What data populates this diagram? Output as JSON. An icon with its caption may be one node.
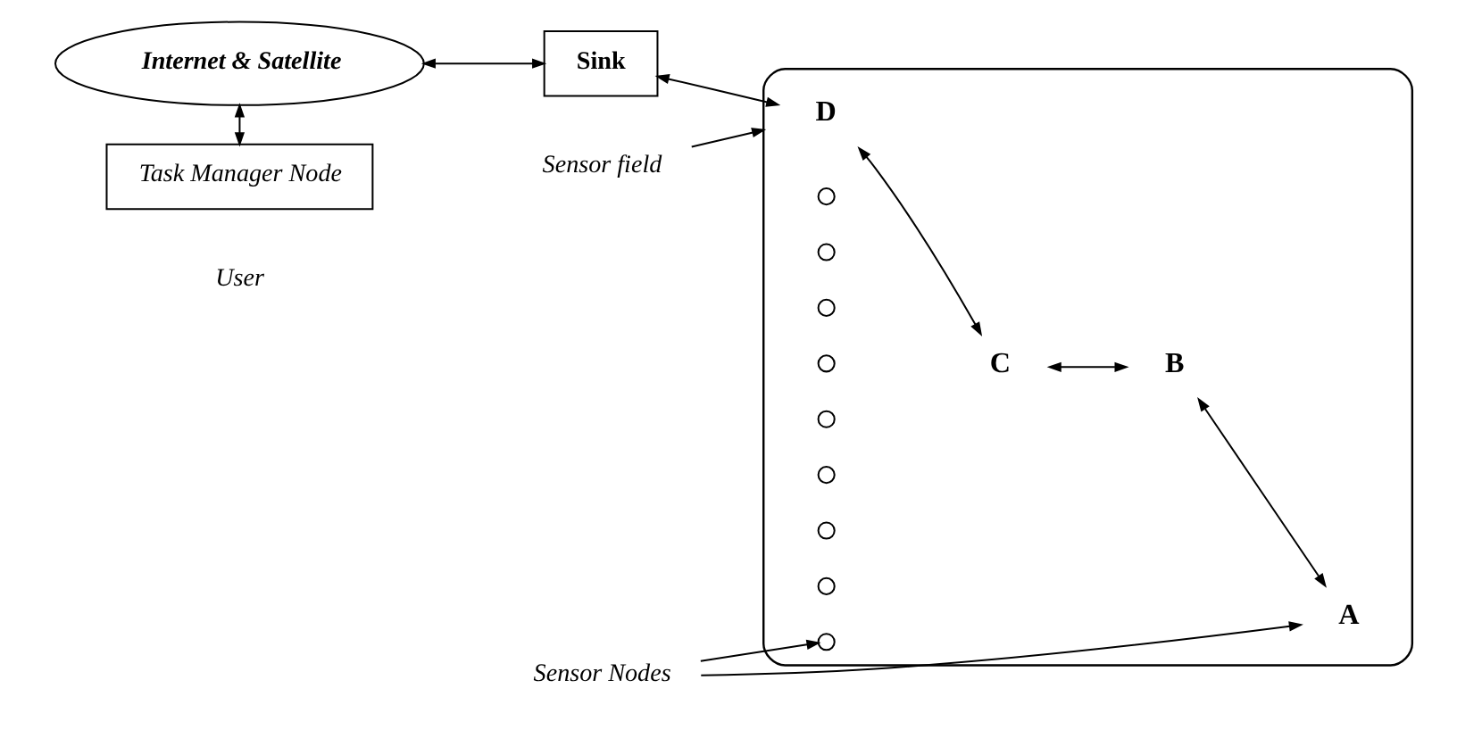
{
  "diagram": {
    "nodes": [
      {
        "text": [
          "Internet & Satellite"
        ]
      },
      {
        "text": [
          "Task Manager Node"
        ]
      },
      {
        "text": [
          "Sink"
        ]
      },
      {
        "text": [],
        "shape": "cloud"
      },
      {
        "text": [
          "D"
        ],
        "in": 3
      },
      {
        "text": [
          "C"
        ],
        "in": 3
      },
      {
        "text": [
          "B"
        ],
        "in": 3
      },
      {
        "text": [
          "A"
        ],
        "in": 3
      },
      {
        "text": [],
        "shape": "circle",
        "in": 3
      },
      {
        "text": [],
        "shape": "circle",
        "in": 3
      },
      {
        "text": [],
        "shape": "circle",
        "in": 3
      },
      {
        "text": [],
        "shape": "circle",
        "in": 3
      },
      {
        "text": [],
        "shape": "circle",
        "in": 3
      },
      {
        "text": [],
        "shape": "circle",
        "in": 3
      },
      {
        "text": [],
        "shape": "circle",
        "in": 3
      },
      {
        "text": [],
        "shape": "circle",
        "in": 3
      },
      {
        "text": [],
        "shape": "circle",
        "in": 3
      },
      {
        "text": [
          "Sensor field"
        ]
      },
      {
        "text": [
          "Sensor Nodes"
        ]
      }
    ],
    "edges": [
      {
        "from": 0,
        "to": 2,
        "arrow": "both"
      },
      {
        "from": 0,
        "to": 1,
        "arrow": "both"
      },
      {
        "from": 2,
        "to": 4,
        "arrow": "both"
      },
      {
        "from": 4,
        "to": 5,
        "arrow": "both"
      },
      {
        "from": 5,
        "to": 6,
        "arrow": "both"
      },
      {
        "from": 6,
        "to": 7,
        "arrow": "both"
      },
      {
        "from": 17,
        "to": 3,
        "arrow": "to"
      },
      {
        "from": 18,
        "to": 16,
        "arrow": "to"
      },
      {
        "from": 18,
        "to": 7,
        "arrow": "to"
      }
    ],
    "labels": [
      "User"
    ]
  }
}
